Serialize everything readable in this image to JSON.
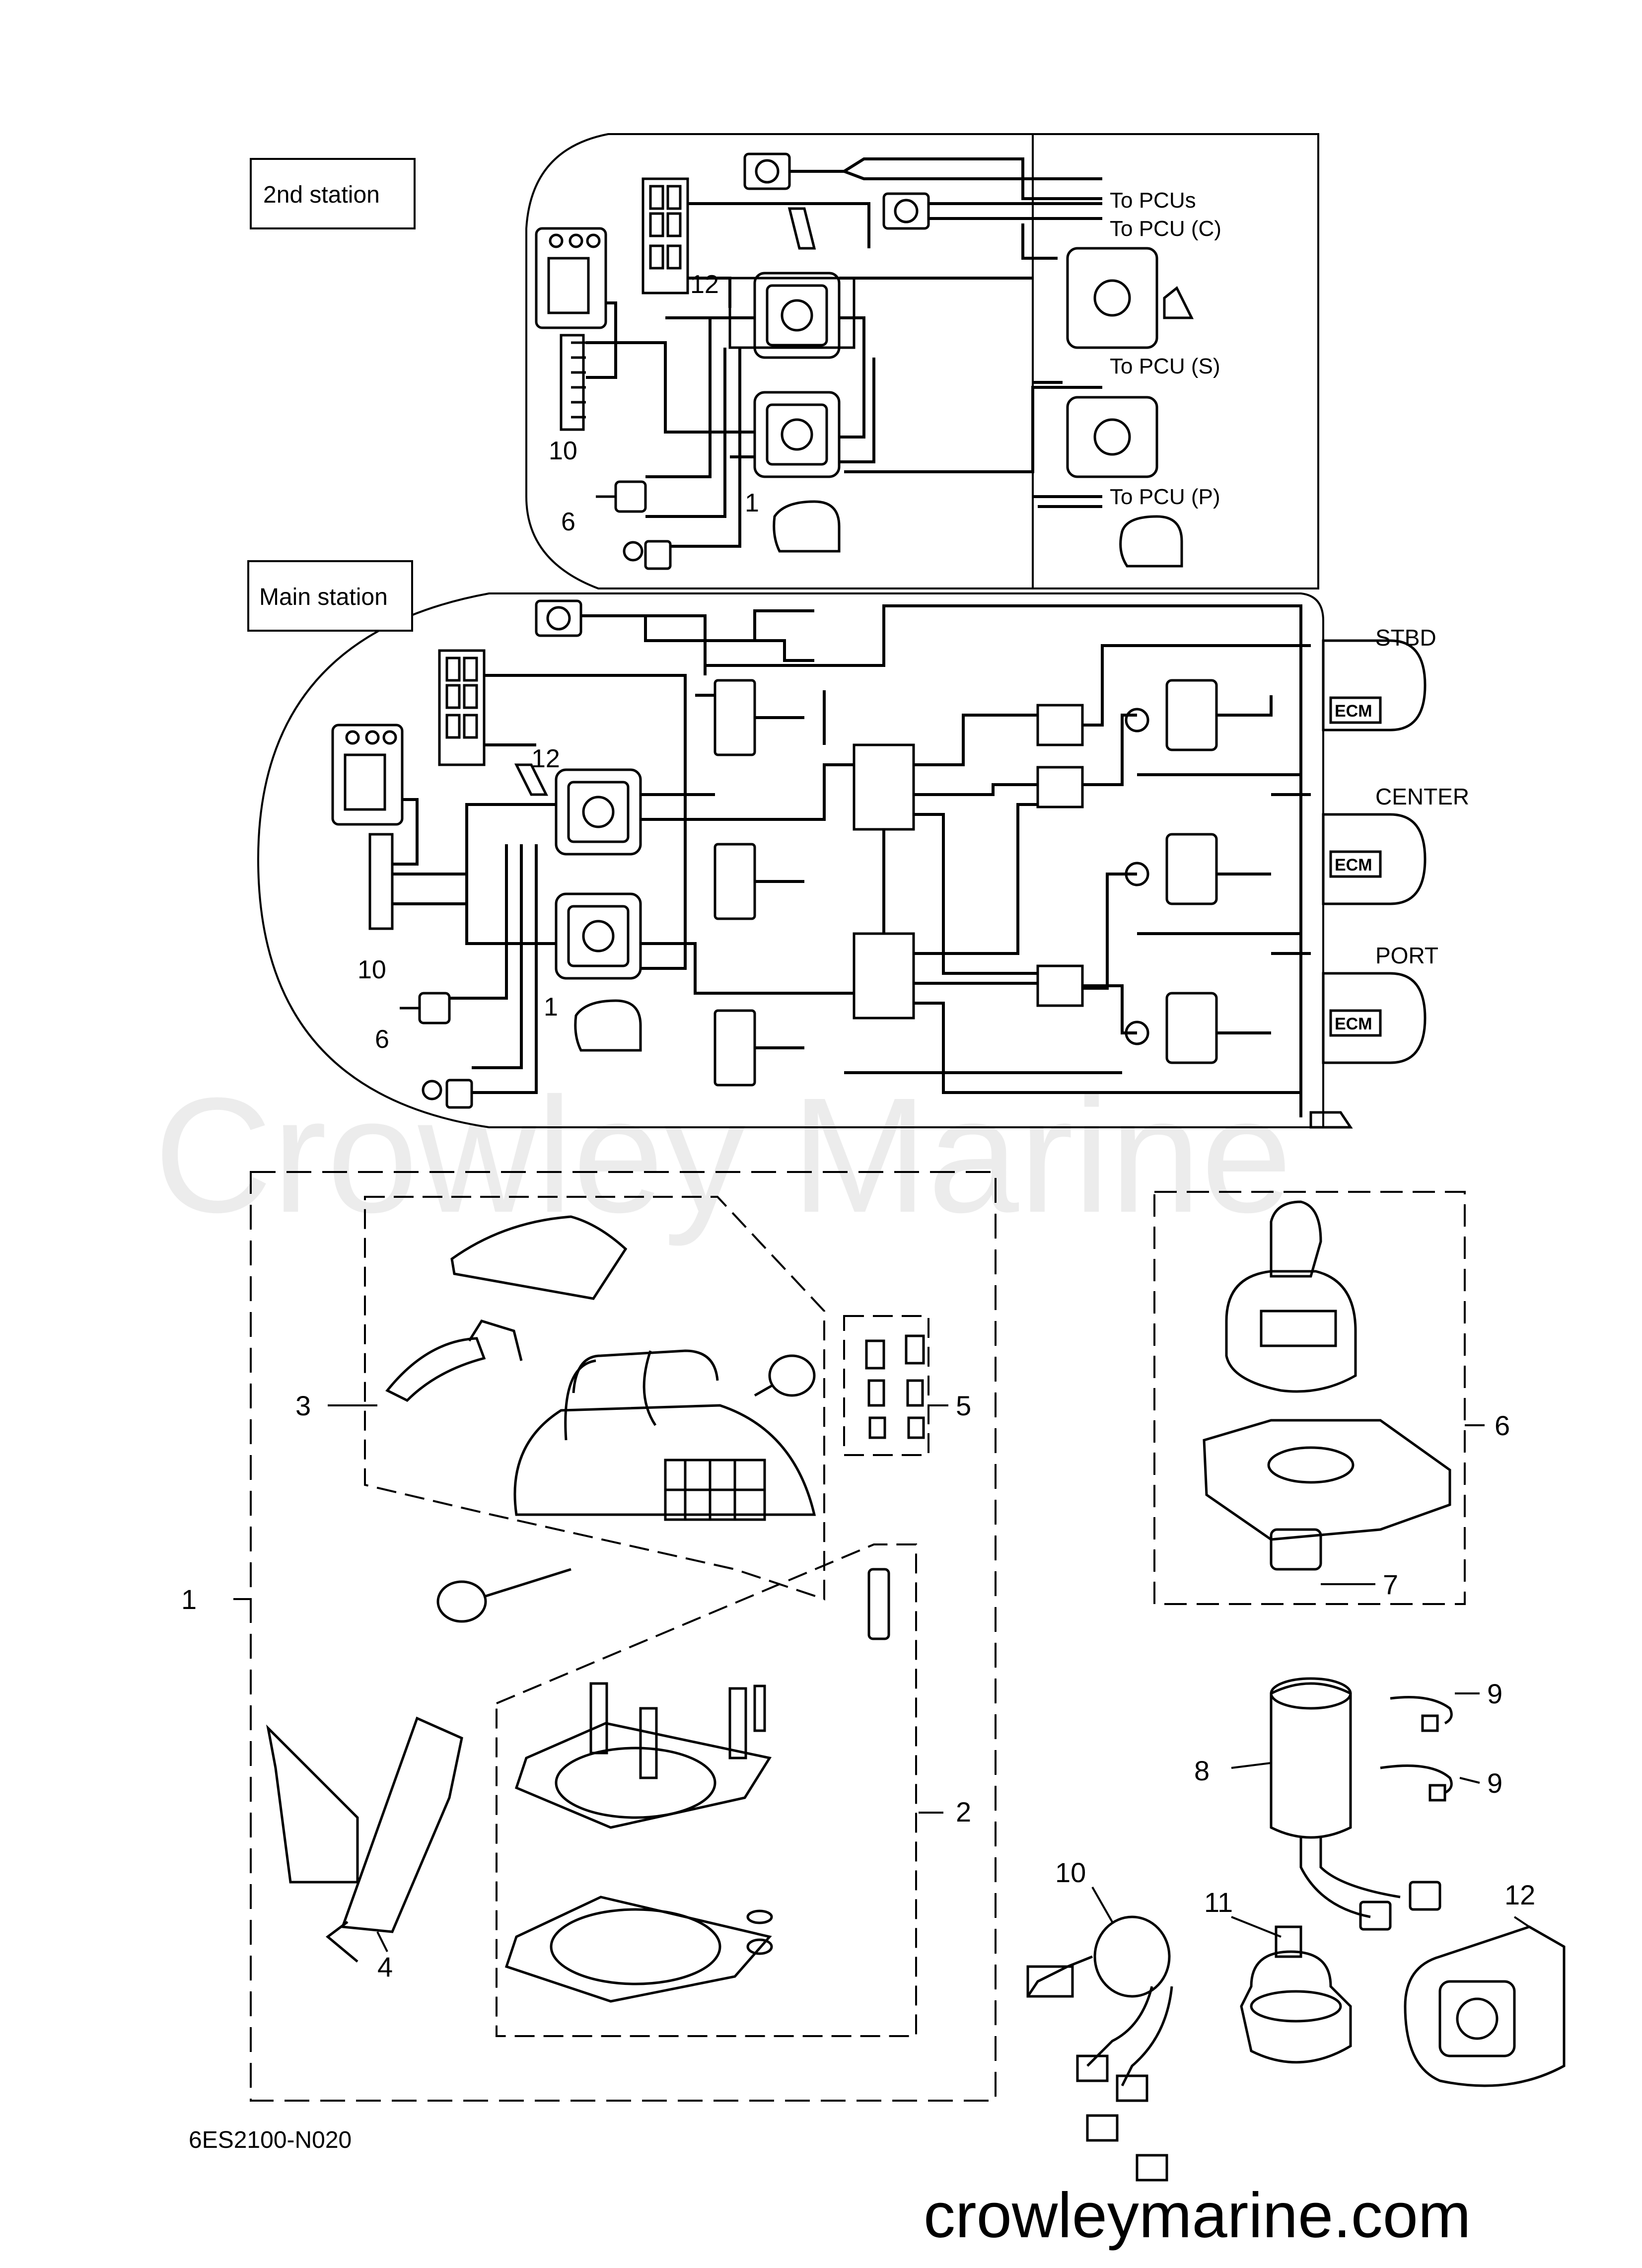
{
  "watermark": "Crowley Marine",
  "footer": {
    "site": "crowleymarine.com",
    "diagram_code": "6ES2100-N020"
  },
  "second_station": {
    "title": "2nd station",
    "outputs": [
      "To PCUs",
      "To PCU (C)",
      "To PCU (S)",
      "To PCU (P)"
    ],
    "callouts": [
      "12",
      "10",
      "1",
      "6"
    ]
  },
  "main_station": {
    "title": "Main station",
    "engines": [
      {
        "name": "STBD",
        "ecm": "ECM"
      },
      {
        "name": "CENTER",
        "ecm": "ECM"
      },
      {
        "name": "PORT",
        "ecm": "ECM"
      }
    ],
    "callouts": [
      "12",
      "10",
      "1",
      "6"
    ]
  },
  "parts": {
    "p1": "1",
    "p2": "2",
    "p3": "3",
    "p4": "4",
    "p5": "5",
    "p6": "6",
    "p7": "7",
    "p8": "8",
    "p9a": "9",
    "p9b": "9",
    "p10": "10",
    "p11": "11",
    "p12": "12"
  }
}
